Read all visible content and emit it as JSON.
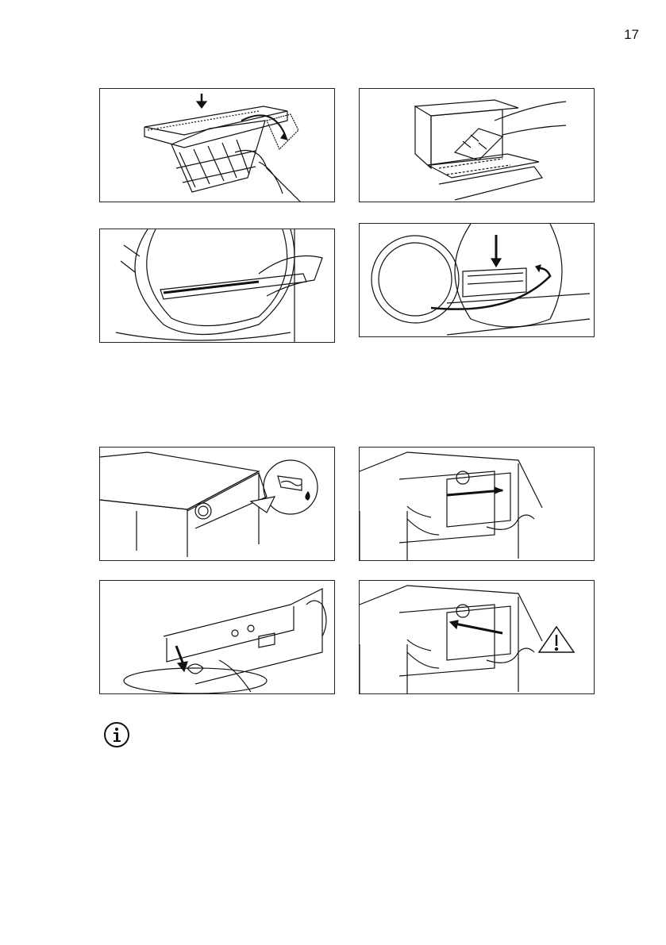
{
  "page": {
    "number": "17"
  },
  "figures": [
    {
      "id": "p1",
      "icon": "filter-removal-illustration"
    },
    {
      "id": "p2",
      "icon": "filter-cleaning-illustration"
    },
    {
      "id": "p3",
      "icon": "drum-seal-cleaning-illustration"
    },
    {
      "id": "p4",
      "icon": "filter-insertion-illustration"
    },
    {
      "id": "p5",
      "icon": "water-container-full-illustration"
    },
    {
      "id": "p6",
      "icon": "container-pull-out-illustration"
    },
    {
      "id": "p7",
      "icon": "container-emptying-illustration"
    },
    {
      "id": "p8",
      "icon": "container-push-in-illustration"
    }
  ],
  "info_icon": "info-icon",
  "warning_icon": "warning-triangle-icon"
}
